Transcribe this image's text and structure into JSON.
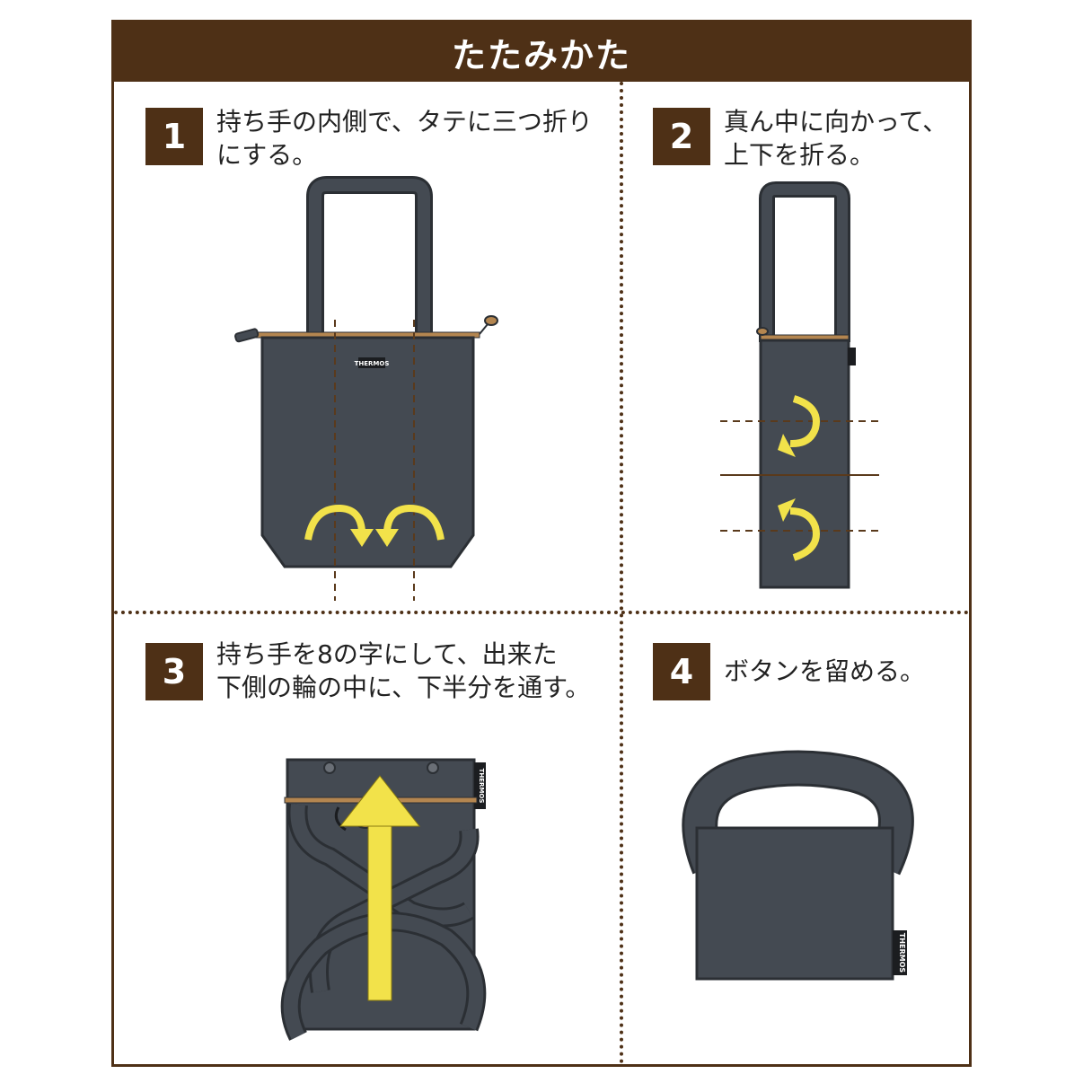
{
  "title": "たたみかた",
  "colors": {
    "brown": "#4e3016",
    "bag": "#444a52",
    "arrow": "#f2e24a",
    "zip": "#b48650"
  },
  "steps": [
    {
      "number": "1",
      "lines": [
        "持ち手の内側で、タテに三つ折り",
        "にする。"
      ]
    },
    {
      "number": "2",
      "lines": [
        "真ん中に向かって、",
        "上下を折る。"
      ]
    },
    {
      "number": "3",
      "lines": [
        "持ち手を8の字にして、出来た",
        "下側の輪の中に、下半分を通す。"
      ]
    },
    {
      "number": "4",
      "lines": [
        "ボタンを留める。"
      ]
    }
  ],
  "brand_logo": "THERMOS"
}
